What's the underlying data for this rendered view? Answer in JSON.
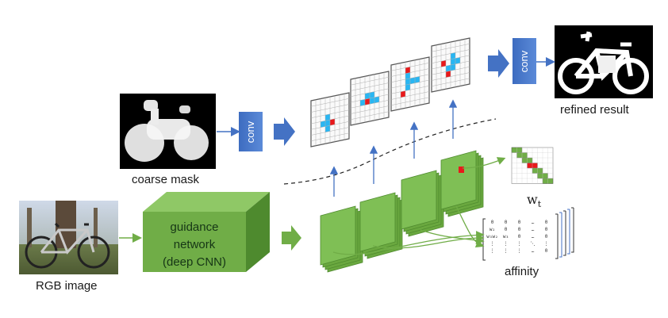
{
  "labels": {
    "coarse_mask": "coarse mask",
    "rgb_image": "RGB image",
    "refined_result": "refined result",
    "affinity": "affinity",
    "w_t_base": "w",
    "w_t_sub": "t",
    "conv": "conv",
    "guidance_line1": "guidance",
    "guidance_line2": "network",
    "guidance_line3": "(deep CNN)"
  },
  "matrix": {
    "rows": [
      [
        "0",
        "0",
        "0",
        "…",
        "0"
      ],
      [
        "w₂",
        "0",
        "0",
        "…",
        "0"
      ],
      [
        "w₃w₂",
        "w₃",
        "0",
        "…",
        "0"
      ],
      [
        "⋮",
        "⋮",
        "⋮",
        "⋱",
        "⋮"
      ],
      [
        "⋮",
        "⋮",
        "⋮",
        "…",
        "0"
      ]
    ]
  },
  "colors": {
    "conv_blue": "#4472c4",
    "arrow_blue": "#4472c4",
    "cnn_green": "#70ad47",
    "propagation_red": "#e8191b",
    "propagation_cyan": "#29b6f2"
  }
}
